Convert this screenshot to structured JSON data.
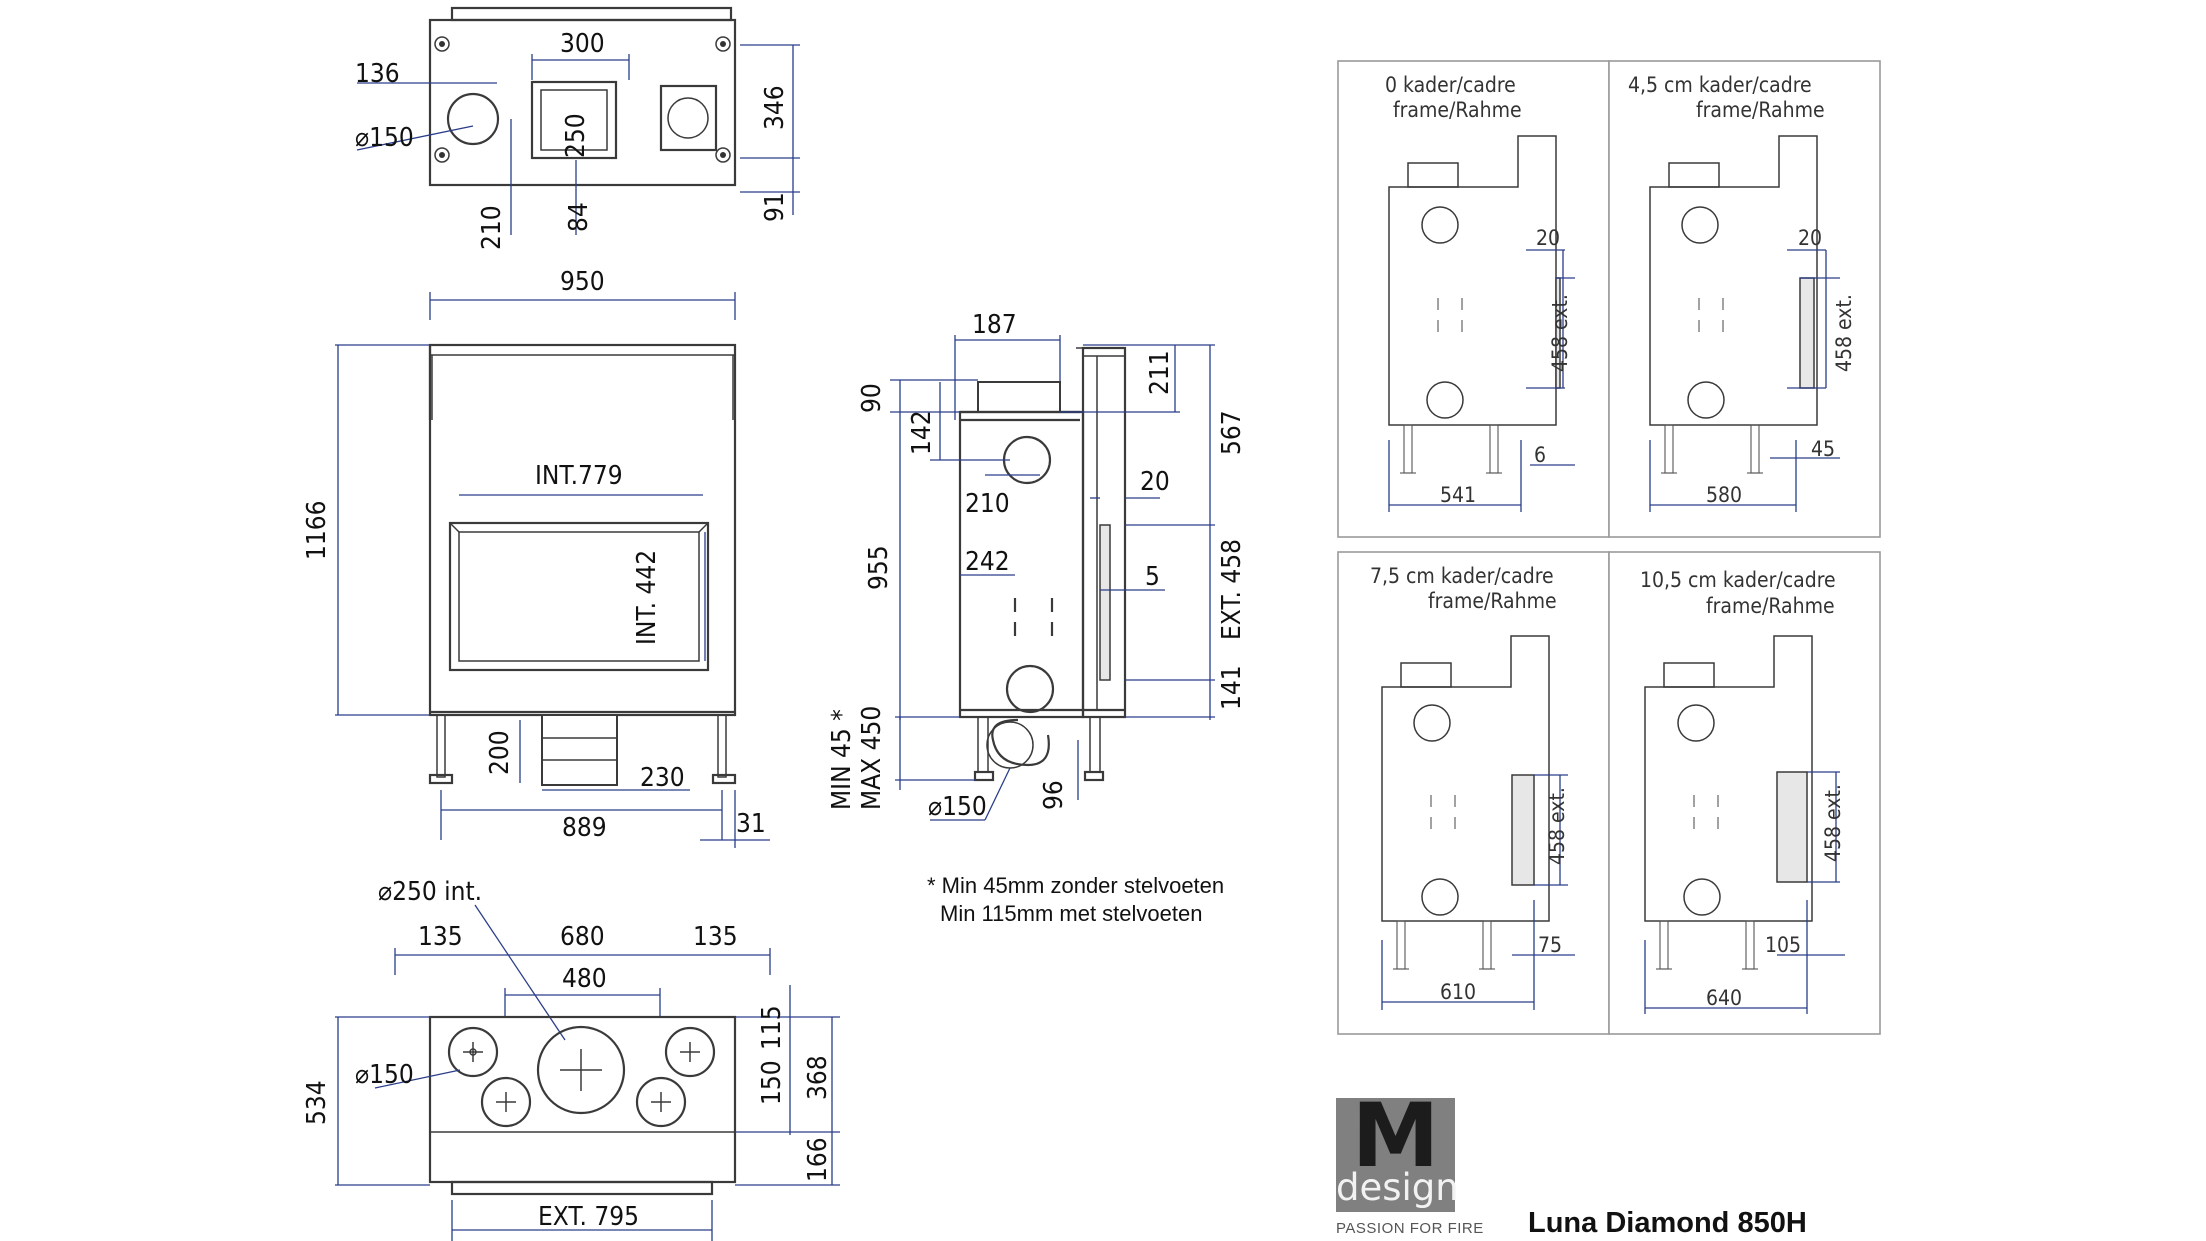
{
  "top_view": {
    "dim_300": "300",
    "dim_136": "136",
    "dim_dia150": "⌀150",
    "dim_250": "250",
    "dim_346": "346",
    "dim_210": "210",
    "dim_84": "84",
    "dim_91": "91"
  },
  "front_view": {
    "dim_950": "950",
    "dim_1166": "1166",
    "int_width": "INT.779",
    "int_height": "INT. 442",
    "dim_200": "200",
    "dim_230": "230",
    "dim_889": "889",
    "dim_31": "31"
  },
  "bottom_view": {
    "dim_dia250": "⌀250 int.",
    "dim_135a": "135",
    "dim_680": "680",
    "dim_135b": "135",
    "dim_480": "480",
    "dim_dia150": "⌀150",
    "dim_534": "534",
    "dim_115": "115",
    "dim_150": "150",
    "dim_368": "368",
    "dim_166": "166",
    "ext_width": "EXT. 795"
  },
  "side_view": {
    "dim_187": "187",
    "dim_90": "90",
    "dim_142": "142",
    "dim_211": "211",
    "dim_567": "567",
    "dim_210": "210",
    "dim_20": "20",
    "dim_955": "955",
    "dim_242": "242",
    "dim_5": "5",
    "ext_height": "EXT. 458",
    "dim_141": "141",
    "min45": "MIN 45 *",
    "max450": "MAX 450",
    "dim_dia150": "⌀150",
    "dim_96": "96"
  },
  "notes": {
    "line1": "* Min 45mm zonder stelvoeten",
    "line2": "Min 115mm met stelvoeten"
  },
  "frame_panels": [
    {
      "title_a": "0  kader/cadre",
      "title_b": "frame/Rahme",
      "top_dim": "20",
      "ext_dim": "458 ext.",
      "side_dim": "6",
      "width_dim": "541"
    },
    {
      "title_a": "4,5 cm  kader/cadre",
      "title_b": "frame/Rahme",
      "top_dim": "20",
      "ext_dim": "458 ext.",
      "side_dim": "45",
      "width_dim": "580"
    },
    {
      "title_a": "7,5 cm kader/cadre",
      "title_b": "frame/Rahme",
      "ext_dim": "458 ext.",
      "side_dim": "75",
      "width_dim": "610"
    },
    {
      "title_a": "10,5 cm kader/cadre",
      "title_b": "frame/Rahme",
      "ext_dim": "458 ext.",
      "side_dim": "105",
      "width_dim": "640"
    }
  ],
  "brand": {
    "logo_letter": "M",
    "logo_word": "design",
    "tagline": "PASSION FOR FIRE",
    "model": "Luna Diamond 850H"
  },
  "colors": {
    "dimension_lines": "#2a3d8a",
    "logo_gray": "#808080"
  }
}
